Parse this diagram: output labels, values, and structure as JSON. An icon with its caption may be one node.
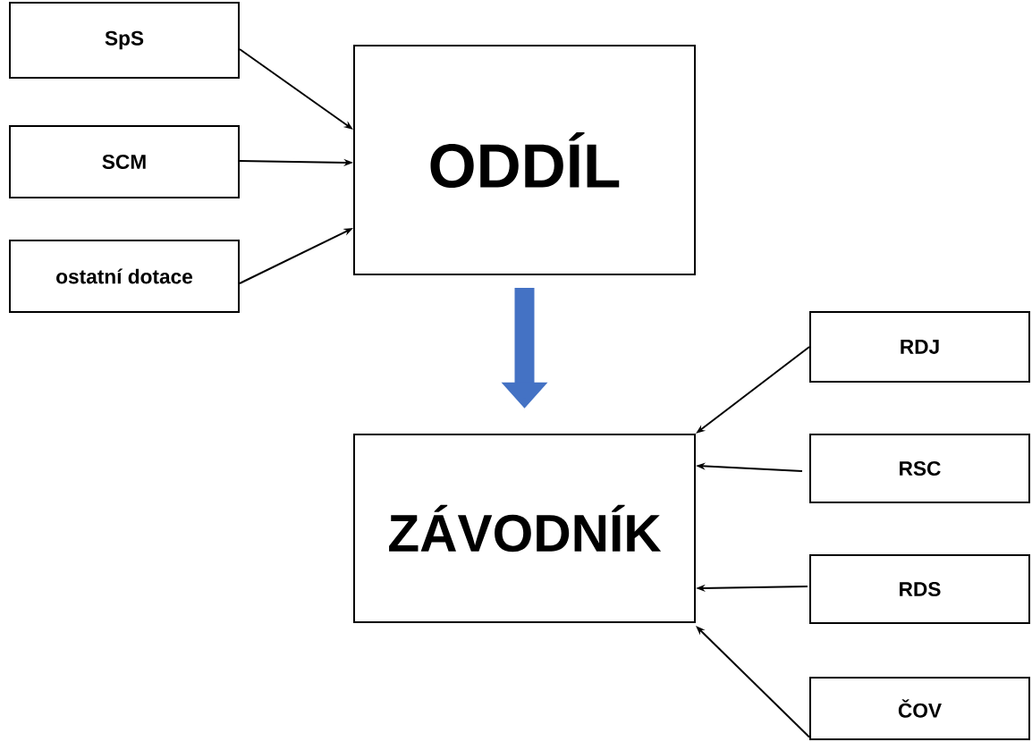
{
  "diagram": {
    "nodes": [
      {
        "text": [
          "SpS"
        ]
      },
      {
        "text": [
          "SCM"
        ]
      },
      {
        "text": [
          "ostatní dotace"
        ]
      },
      {
        "text": [
          "ODDÍL"
        ]
      },
      {
        "text": [
          "ZÁVODNÍK"
        ]
      },
      {
        "text": [
          "RDJ"
        ]
      },
      {
        "text": [
          "RSC"
        ]
      },
      {
        "text": [
          "RDS"
        ]
      },
      {
        "text": [
          "ČOV"
        ]
      }
    ],
    "edges": [
      {
        "from": 0,
        "to": 3,
        "arrow": "to"
      },
      {
        "from": 1,
        "to": 3,
        "arrow": "to"
      },
      {
        "from": 2,
        "to": 3,
        "arrow": "to"
      },
      {
        "from": 3,
        "to": 4,
        "arrow": "to",
        "style": "thick",
        "color": "#4472c4"
      },
      {
        "from": 5,
        "to": 4,
        "arrow": "to"
      },
      {
        "from": 6,
        "to": 4,
        "arrow": "to"
      },
      {
        "from": 7,
        "to": 4,
        "arrow": "to"
      },
      {
        "from": 8,
        "to": 4,
        "arrow": "to"
      }
    ]
  }
}
